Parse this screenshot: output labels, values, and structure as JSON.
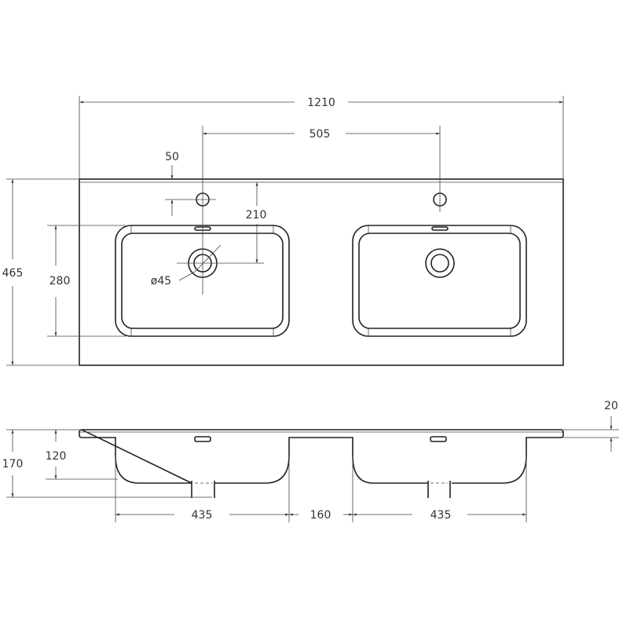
{
  "drawing": {
    "title": "Double washbasin dimension drawing",
    "colors": {
      "line": "#222222",
      "dimension": "#444444",
      "background": "#ffffff"
    },
    "top_view": {
      "overall_width": "1210",
      "tap_spacing": "505",
      "tap_offset": "50",
      "drain_offset": "210",
      "overall_depth": "465",
      "basin_depth": "280",
      "drain_diameter": "ø45"
    },
    "side_view": {
      "slab_thickness": "20",
      "total_height": "170",
      "basin_height": "120",
      "basin_width_left": "435",
      "gap_between_basins": "160",
      "basin_width_right": "435"
    }
  }
}
